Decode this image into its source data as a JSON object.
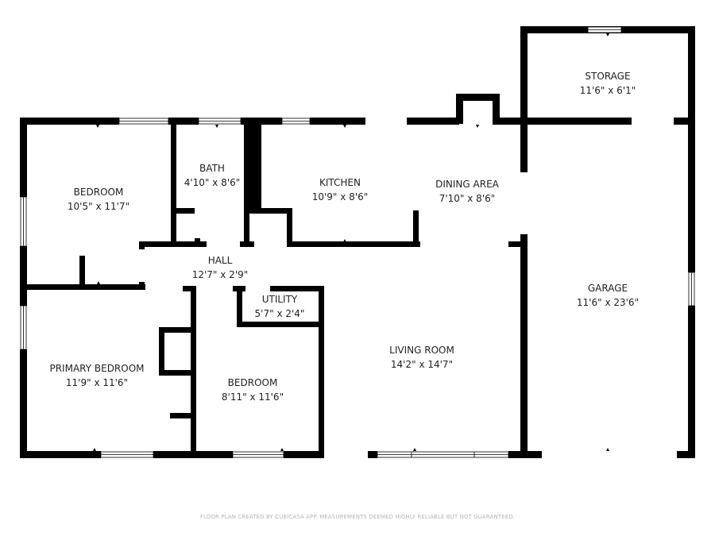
{
  "rooms": {
    "bedroom_1": {
      "name": "BEDROOM",
      "dims": "10'5\" x 11'7\""
    },
    "bath": {
      "name": "BATH",
      "dims": "4'10\" x 8'6\""
    },
    "kitchen": {
      "name": "KITCHEN",
      "dims": "10'9\" x 8'6\""
    },
    "dining_area": {
      "name": "DINING AREA",
      "dims": "7'10\" x 8'6\""
    },
    "storage": {
      "name": "STORAGE",
      "dims": "11'6\" x 6'1\""
    },
    "hall": {
      "name": "HALL",
      "dims": "12'7\" x 2'9\""
    },
    "utility": {
      "name": "UTILITY",
      "dims": "5'7\" x 2'4\""
    },
    "primary_bedroom": {
      "name": "PRIMARY BEDROOM",
      "dims": "11'9\" x 11'6\""
    },
    "bedroom_2": {
      "name": "BEDROOM",
      "dims": "8'11\" x 11'6\""
    },
    "living_room": {
      "name": "LIVING ROOM",
      "dims": "14'2\" x 14'7\""
    },
    "garage": {
      "name": "GARAGE",
      "dims": "11'6\" x 23'6\""
    }
  },
  "footer": "FLOOR PLAN CREATED BY CUBICASA APP. MEASUREMENTS DEEMED HIGHLY RELIABLE BUT NOT GUARANTEED.",
  "colors": {
    "wall": "#000000",
    "background": "#ffffff",
    "text": "#222222",
    "footer": "#b5b5b5"
  }
}
